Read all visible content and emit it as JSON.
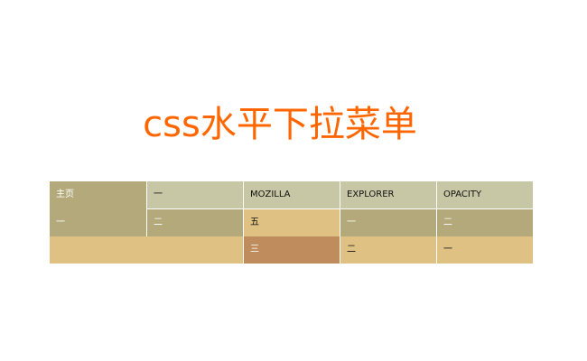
{
  "title": "css水平下拉菜单",
  "menu": {
    "row1": [
      "主页",
      "一",
      "MOZILLA",
      "EXPLORER",
      "OPACITY"
    ],
    "row2": [
      "一",
      "二",
      "五",
      "一",
      "二"
    ],
    "row3": [
      "三",
      "二",
      "一"
    ]
  }
}
